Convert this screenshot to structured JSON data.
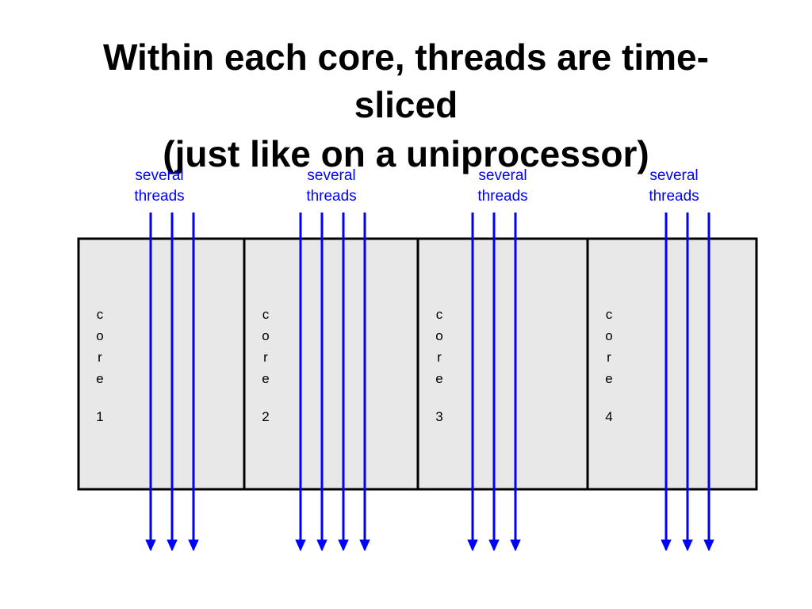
{
  "title": {
    "line1": "Within each core, threads are time-",
    "line2": "sliced",
    "line3": "(just like on a uniprocessor)"
  },
  "thread_label": {
    "line1": "several",
    "line2": "threads"
  },
  "cores": [
    {
      "letters": [
        "c",
        "o",
        "r",
        "e"
      ],
      "number": "1",
      "thread_count": 3
    },
    {
      "letters": [
        "c",
        "o",
        "r",
        "e"
      ],
      "number": "2",
      "thread_count": 4
    },
    {
      "letters": [
        "c",
        "o",
        "r",
        "e"
      ],
      "number": "3",
      "thread_count": 3
    },
    {
      "letters": [
        "c",
        "o",
        "r",
        "e"
      ],
      "number": "4",
      "thread_count": 3
    }
  ],
  "colors": {
    "thread_arrow": "#0000ff",
    "thread_label": "#0000ff",
    "core_fill": "#e8e8e8",
    "core_border": "#000000",
    "title": "#000000"
  }
}
